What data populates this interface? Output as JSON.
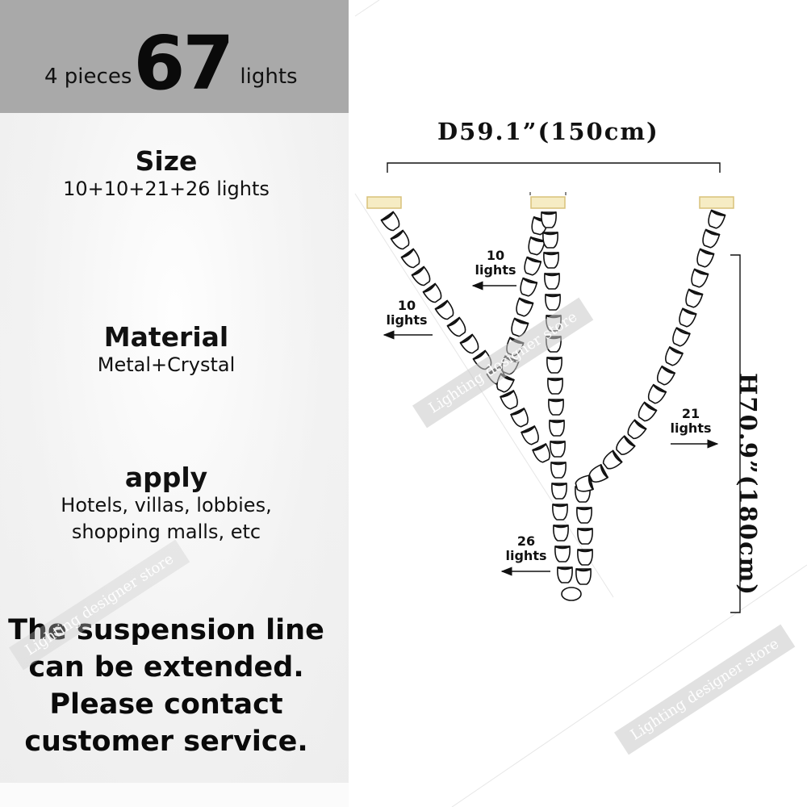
{
  "header": {
    "prefix": "4 pieces",
    "count": "67",
    "suffix": "lights"
  },
  "specs": [
    {
      "title": "Size",
      "value": "10+10+21+26 lights"
    },
    {
      "title": "Material",
      "value": "Metal+Crystal"
    },
    {
      "title": "apply",
      "value_lines": [
        "Hotels, villas, lobbies,",
        "shopping malls, etc"
      ]
    }
  ],
  "note_lines": [
    "The suspension line",
    "can be extended.",
    "Please contact",
    "customer service."
  ],
  "diagram": {
    "diameter_label": "D59.1”(150cm)",
    "height_label": "H70.9”(180cm)",
    "strands": [
      {
        "count": "10",
        "unit": "lights",
        "arrow": "left"
      },
      {
        "count": "10",
        "unit": "lights",
        "arrow": "left"
      },
      {
        "count": "21",
        "unit": "lights",
        "arrow": "right"
      },
      {
        "count": "26",
        "unit": "lights",
        "arrow": "left"
      }
    ],
    "canopy_color": "#f6ecc4",
    "canopy_border": "#d8c27a"
  },
  "watermark": "Lighting designer store",
  "colors": {
    "header_band": "#a9a9a9",
    "left_panel": "#f3f3f3",
    "text": "#111111"
  }
}
